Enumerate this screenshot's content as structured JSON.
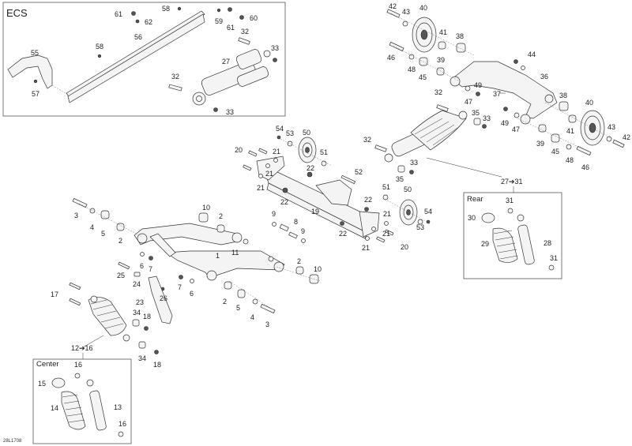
{
  "diagram": {
    "reference_code": "28L1708",
    "boxes": {
      "ecs": {
        "title": "ECS"
      },
      "rear": {
        "title": "Rear",
        "group_label": "27➔31"
      },
      "center": {
        "title": "Center",
        "group_label": "12➔16"
      }
    },
    "callouts": {
      "ecs": [
        "61",
        "62",
        "58",
        "59",
        "61",
        "60",
        "56",
        "58",
        "55",
        "57",
        "32",
        "33",
        "27",
        "32",
        "33"
      ],
      "rear_arm": [
        "42",
        "43",
        "40",
        "41",
        "38",
        "46",
        "48",
        "45",
        "39",
        "44",
        "36",
        "37",
        "49",
        "47",
        "32",
        "35",
        "33",
        "38",
        "49",
        "47",
        "41",
        "40",
        "43",
        "42",
        "39",
        "45",
        "48",
        "46",
        "33",
        "35",
        "32"
      ],
      "front_center": [
        "54",
        "53",
        "50",
        "51",
        "20",
        "21",
        "21",
        "21",
        "22",
        "22",
        "52",
        "51",
        "50",
        "22",
        "21",
        "21",
        "21",
        "20",
        "54",
        "53",
        "19",
        "22"
      ],
      "front_arm": [
        "3",
        "4",
        "5",
        "2",
        "10",
        "2",
        "9",
        "8",
        "9",
        "11",
        "1",
        "6",
        "7",
        "25",
        "24",
        "26",
        "7",
        "6",
        "2",
        "10",
        "2",
        "5",
        "4",
        "3",
        "23",
        "34",
        "18",
        "17",
        "34",
        "18"
      ],
      "rear_box": [
        "31",
        "30",
        "29",
        "28",
        "31"
      ],
      "center_box": [
        "16",
        "15",
        "14",
        "13",
        "16"
      ]
    }
  }
}
